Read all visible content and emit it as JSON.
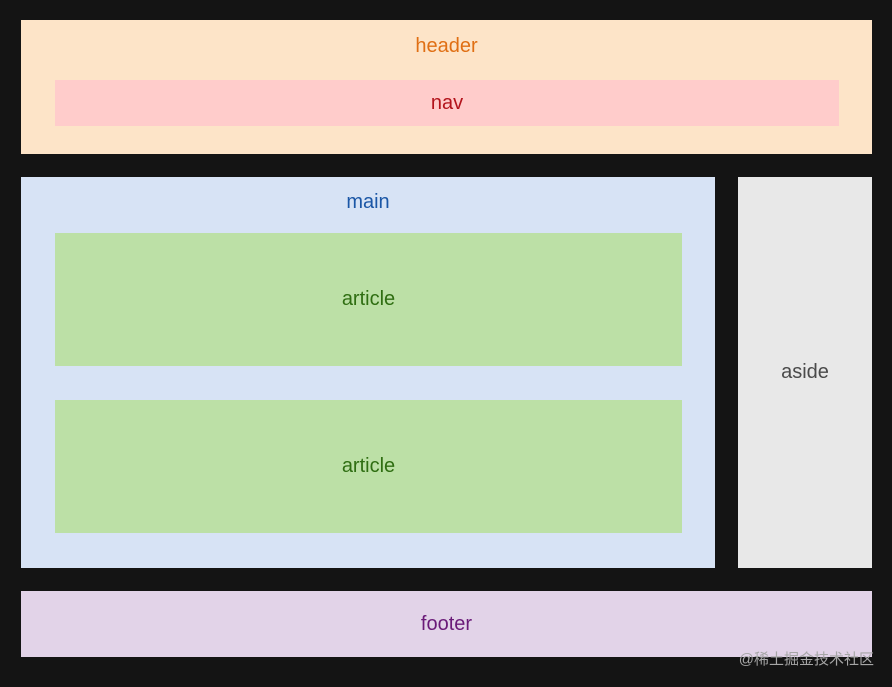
{
  "diagram": {
    "header": {
      "label": "header"
    },
    "nav": {
      "label": "nav"
    },
    "main": {
      "label": "main"
    },
    "articles": [
      {
        "label": "article"
      },
      {
        "label": "article"
      }
    ],
    "aside": {
      "label": "aside"
    },
    "footer": {
      "label": "footer"
    }
  },
  "watermark": "@稀土掘金技术社区",
  "colors": {
    "background": "#141414",
    "header_fill": "#fde4c8",
    "nav_fill": "#ffcccb",
    "main_fill": "#d7e3f5",
    "article_fill": "#bce0a6",
    "aside_fill": "#e8e8e8",
    "footer_fill": "#e2d3e8"
  }
}
